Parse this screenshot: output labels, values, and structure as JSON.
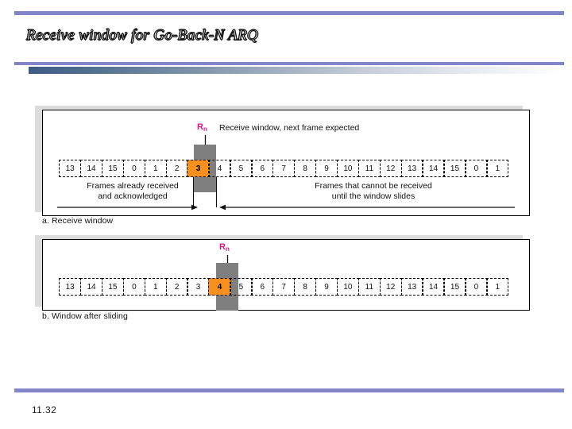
{
  "slide": {
    "title": "Receive window for Go-Back-N ARQ",
    "page_number": "11.32",
    "accent_rule_color": "#8286c8",
    "gradient_start_color": "#3c5c85",
    "gradient_end_color": "#ffffff"
  },
  "figure": {
    "highlight_color": "#f7901e",
    "window_block_color": "#7f7f7f",
    "marker_color": "#d5187f",
    "panel_a": {
      "caption": "a. Receive window",
      "marker_label": "R",
      "marker_subscript": "n",
      "marker_note": "Receive window, next frame expected",
      "frames": [
        "13",
        "14",
        "15",
        "0",
        "1",
        "2",
        "3",
        "4",
        "5",
        "6",
        "7",
        "8",
        "9",
        "10",
        "11",
        "12",
        "13",
        "14",
        "15",
        "0",
        "1"
      ],
      "highlighted_index": 6,
      "annotation_left": "Frames already received\nand acknowledged",
      "annotation_left_line1": "Frames already received",
      "annotation_left_line2": "and acknowledged",
      "annotation_right_line1": "Frames that cannot be received",
      "annotation_right_line2": "until the window slides"
    },
    "panel_b": {
      "caption": "b. Window after sliding",
      "marker_label": "R",
      "marker_subscript": "n",
      "frames": [
        "13",
        "14",
        "15",
        "0",
        "1",
        "2",
        "3",
        "4",
        "5",
        "6",
        "7",
        "8",
        "9",
        "10",
        "11",
        "12",
        "13",
        "14",
        "15",
        "0",
        "1"
      ],
      "highlighted_index": 7
    }
  }
}
